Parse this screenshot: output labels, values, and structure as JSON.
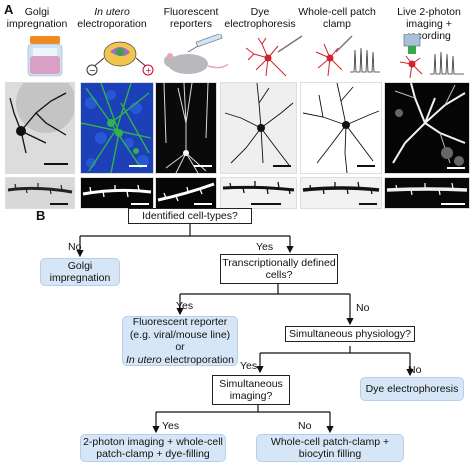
{
  "panel_a": {
    "letter": "A",
    "columns": [
      {
        "title": "Golgi impregnation",
        "icon": "jar-icon"
      },
      {
        "title_italic": "In utero",
        "title_rest": "electroporation",
        "icon": "embryo-electroporation-icon"
      },
      {
        "title": "Fluorescent reporters",
        "icon": "mouse-syringe-icon"
      },
      {
        "title": "Dye electrophoresis",
        "icon": "neuron-pipette-icon"
      },
      {
        "title": "Whole-cell patch clamp",
        "icon": "neuron-patch-trace-icon"
      },
      {
        "title": "Live 2-photon imaging + recording",
        "icon": "microscope-neuron-trace-icon"
      }
    ]
  },
  "panel_b": {
    "letter": "B",
    "root": "Identified cell-types?",
    "no1": "No",
    "yes1": "Yes",
    "golgi": "Golgi impregnation",
    "transcriptional": "Transcriptionally defined cells?",
    "yes2": "Yes",
    "no2": "No",
    "fluor_line1": "Fluorescent reporter",
    "fluor_line2": "(e.g. viral/mouse line)",
    "fluor_line3": "or",
    "fluor_italic": "In utero",
    "fluor_line4_rest": "electroporation",
    "simphys": "Simultaneous physiology?",
    "yes3": "Yes",
    "no3": "No",
    "dye": "Dye electrophoresis",
    "simimg": "Simultaneous imaging?",
    "yes4": "Yes",
    "no4": "No",
    "twophoton": "2-photon imaging + whole-cell patch-clamp + dye-filling",
    "wholecell": "Whole-cell patch-clamp + biocytin filling"
  },
  "colors": {
    "blue_box": "#d6e6f7",
    "fluor_green": "#2fb34a",
    "fluor_blue": "#1d3fb8"
  }
}
